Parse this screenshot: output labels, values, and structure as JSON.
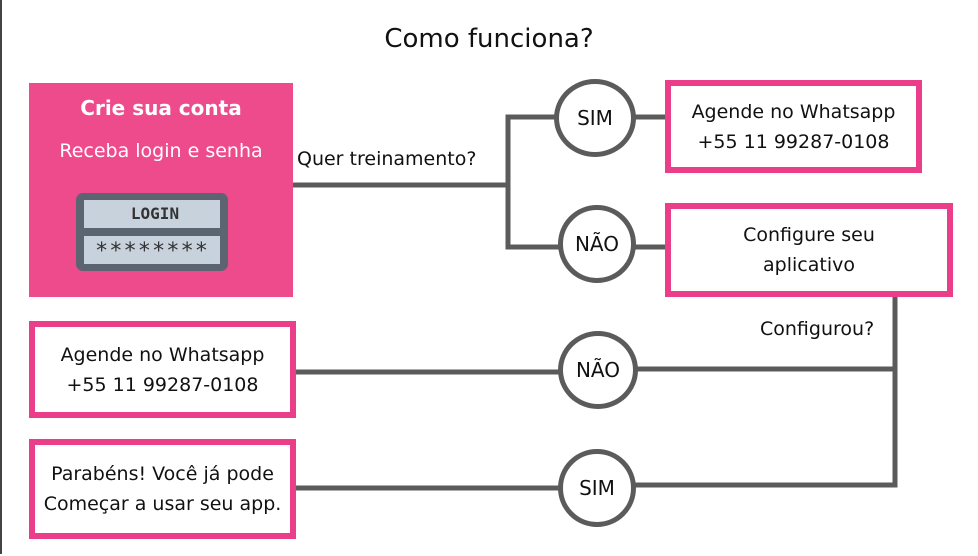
{
  "title": "Como funciona?",
  "start": {
    "heading": "Crie sua conta",
    "subheading": "Receba login e senha",
    "login_label": "LOGIN",
    "password_mask": "********"
  },
  "question_training": "Quer treinamento?",
  "question_configured": "Configurou?",
  "decision_labels": {
    "yes_training": "SIM",
    "no_training": "NÃO",
    "no_configured": "NÃO",
    "yes_configured": "SIM"
  },
  "box_schedule_top": {
    "line1": "Agende no Whatsapp",
    "line2": "+55 11 99287-0108"
  },
  "box_configure": {
    "line1": "Configure seu",
    "line2": "aplicativo"
  },
  "box_schedule_bottom": {
    "line1": "Agende no Whatsapp",
    "line2": "+55 11 99287-0108"
  },
  "box_congrats": {
    "line1": "Parabéns! Você já pode",
    "line2": "Começar a usar seu app."
  },
  "colors": {
    "accent_pink": "#ea3e8a",
    "fill_pink": "#ee4b8d",
    "line_gray": "#5b5b5b"
  }
}
